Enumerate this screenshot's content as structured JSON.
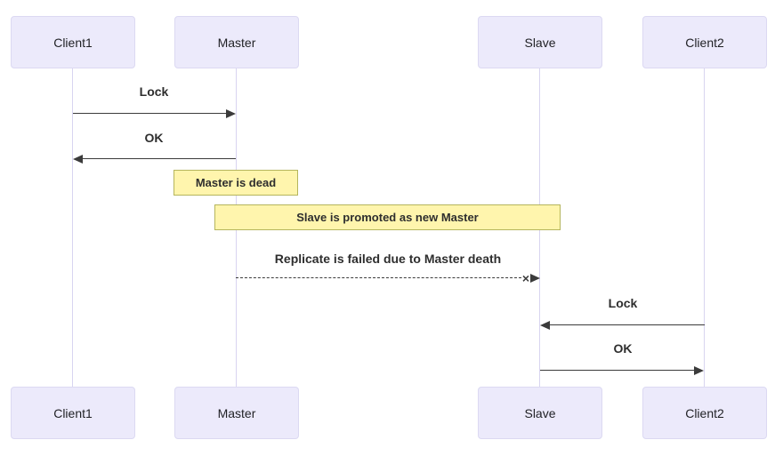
{
  "diagram": {
    "type": "sequence-diagram",
    "actors": [
      {
        "name": "Client1"
      },
      {
        "name": "Master"
      },
      {
        "name": "Slave"
      },
      {
        "name": "Client2"
      }
    ],
    "messages": [
      {
        "from": "Client1",
        "to": "Master",
        "label": "Lock",
        "line": "solid",
        "status": "ok"
      },
      {
        "from": "Master",
        "to": "Client1",
        "label": "OK",
        "line": "solid",
        "status": "ok"
      },
      {
        "from": "Master",
        "to": "Slave",
        "label": "Replicate is failed due to Master death",
        "line": "dashed",
        "status": "failed"
      },
      {
        "from": "Client2",
        "to": "Slave",
        "label": "Lock",
        "line": "solid",
        "status": "ok"
      },
      {
        "from": "Slave",
        "to": "Client2",
        "label": "OK",
        "line": "solid",
        "status": "ok"
      }
    ],
    "notes": [
      {
        "over": "Master",
        "label": "Master is dead"
      },
      {
        "over": "Master,Slave",
        "label": "Slave is promoted as new Master"
      }
    ],
    "failed_marker": "×",
    "colors": {
      "actor_fill": "#eceafb",
      "actor_border": "#dcd9f2",
      "lifeline": "#d8d4f0",
      "note_fill": "#fff5ad",
      "note_border": "#b5b55c",
      "arrow": "#3b3b3b",
      "background": "#ffffff"
    }
  }
}
